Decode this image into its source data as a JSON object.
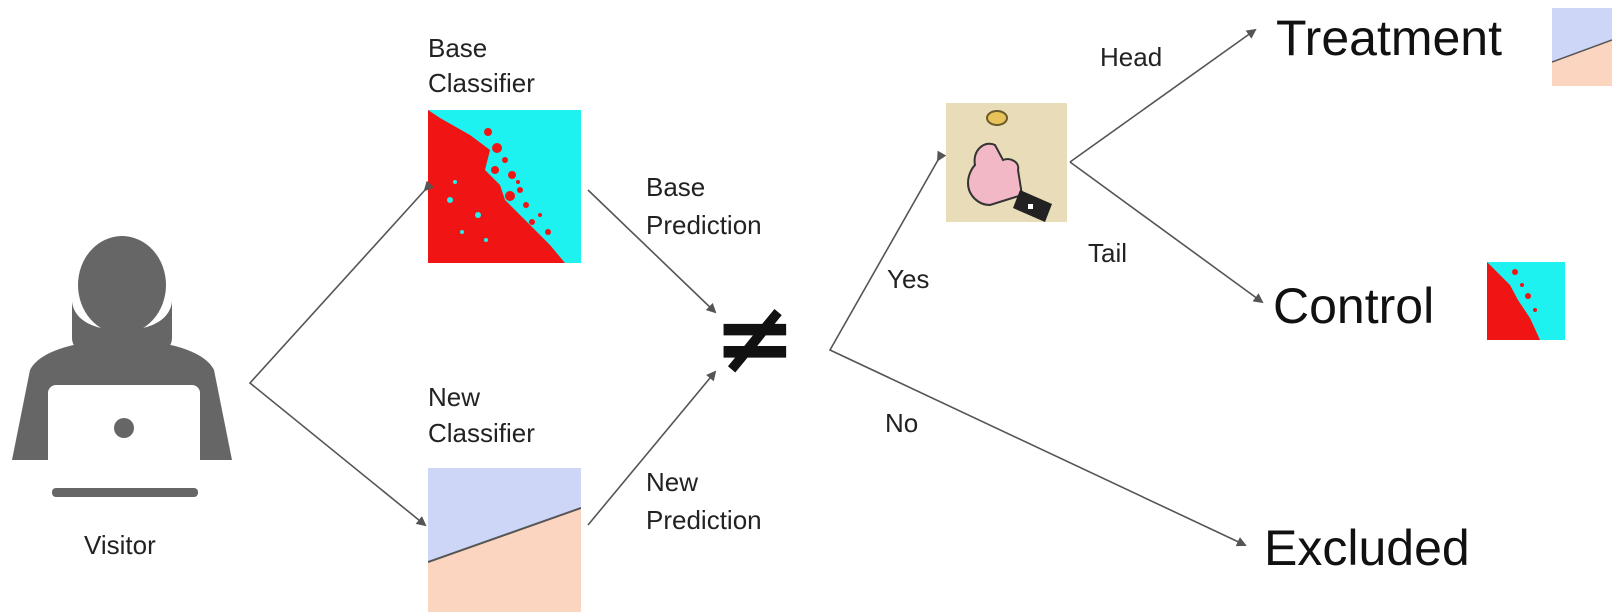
{
  "labels": {
    "visitor": "Visitor",
    "base_classifier": [
      "Base",
      "Classifier"
    ],
    "new_classifier": [
      "New",
      "Classifier"
    ],
    "base_prediction": [
      "Base",
      "Prediction"
    ],
    "new_prediction": [
      "New",
      "Prediction"
    ],
    "yes": "Yes",
    "no": "No",
    "head": "Head",
    "tail": "Tail",
    "treatment": "Treatment",
    "control": "Control",
    "excluded": "Excluded",
    "not_equal": "≠"
  },
  "colors": {
    "arrow": "#555555",
    "visitor_icon": "#666666",
    "base_red": "#f01414",
    "base_cyan": "#1ef2f0",
    "new_blue": "#cdd6f7",
    "new_peach": "#fbd5bf",
    "coin_bg": "#e9dcb8"
  },
  "icons": {
    "visitor": "person-with-laptop-icon",
    "coin": "coin-flip-thumb-icon"
  }
}
